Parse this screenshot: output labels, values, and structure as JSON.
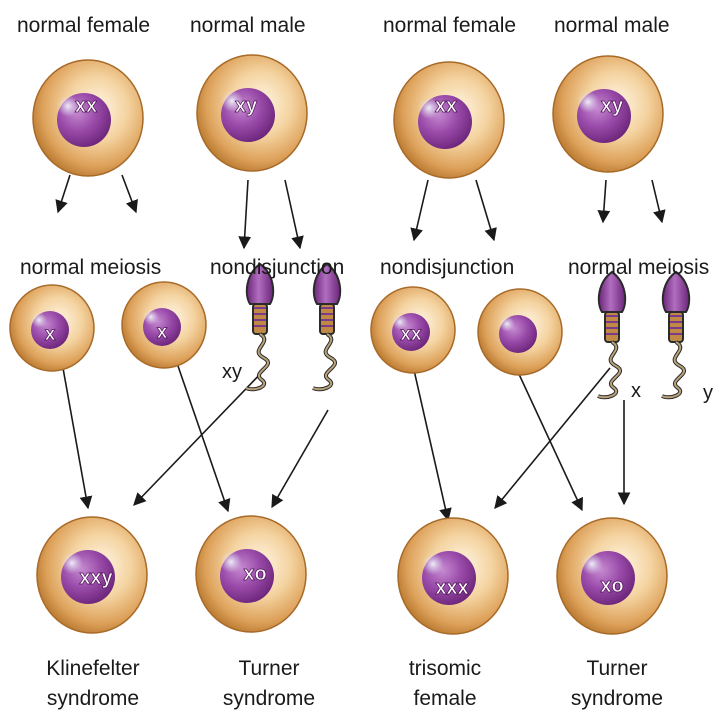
{
  "colors": {
    "cell_outer": "#C98A3E",
    "cell_inner": "#FBE9CF",
    "nucleus": "#8E3E9E",
    "sperm_head": "#8E3E9E",
    "arrow": "#1a1a1a"
  },
  "top_labels": {
    "l1": "normal female",
    "l2": "normal male",
    "l3": "normal female",
    "l4": "normal male"
  },
  "mid_labels": {
    "l1": "normal meiosis",
    "l2": "nondisjunction",
    "l3": "nondisjunction",
    "l4": "normal meiosis"
  },
  "parents": {
    "p1": "xx",
    "p2": "xy",
    "p3": "xx",
    "p4": "xy"
  },
  "gametes": {
    "egg1": "x",
    "egg2": "x",
    "sperm_xy": "xy",
    "egg3": "xx",
    "sperm_x": "x",
    "sperm_y": "y"
  },
  "offspring": {
    "o1": {
      "chromosomes": "xxy",
      "line1": "Klinefelter",
      "line2": "syndrome"
    },
    "o2": {
      "chromosomes": "xo",
      "line1": "Turner",
      "line2": "syndrome"
    },
    "o3": {
      "chromosomes": "xxx",
      "line1": "trisomic",
      "line2": "female"
    },
    "o4": {
      "chromosomes": "xo",
      "line1": "Turner",
      "line2": "syndrome"
    }
  }
}
